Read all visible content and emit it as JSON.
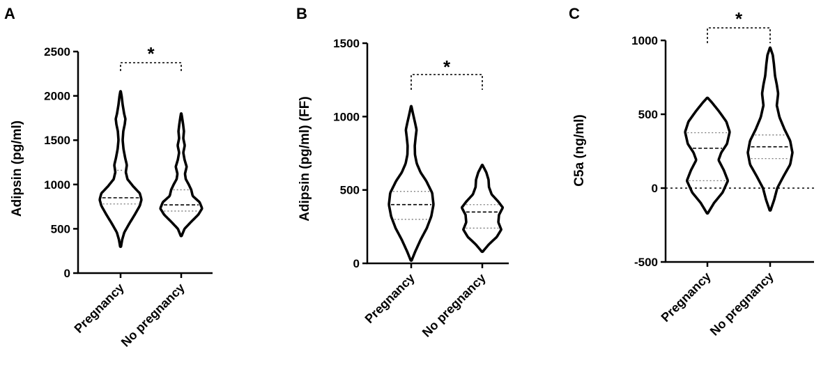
{
  "figure_name": "adipsin-c5a-violin-figure",
  "chart_data": [
    {
      "type": "violin",
      "panel": "A",
      "ylabel": "Adipsin (pg/ml)",
      "ylim": [
        0,
        2500
      ],
      "yticks": [
        0,
        500,
        1000,
        1500,
        2000,
        2500
      ],
      "categories": [
        "Pregnancy",
        "No pregnancy"
      ],
      "zero_line": false,
      "significance": "*",
      "violins": [
        {
          "category": "Pregnancy",
          "min": 300,
          "max": 2050,
          "median": 850,
          "q1": 780,
          "q3": 1160,
          "profile": [
            [
              300,
              0.02
            ],
            [
              380,
              0.08
            ],
            [
              460,
              0.18
            ],
            [
              560,
              0.42
            ],
            [
              660,
              0.68
            ],
            [
              760,
              0.92
            ],
            [
              830,
              1.0
            ],
            [
              900,
              0.92
            ],
            [
              980,
              0.6
            ],
            [
              1060,
              0.33
            ],
            [
              1140,
              0.25
            ],
            [
              1220,
              0.3
            ],
            [
              1300,
              0.22
            ],
            [
              1400,
              0.14
            ],
            [
              1500,
              0.1
            ],
            [
              1600,
              0.13
            ],
            [
              1680,
              0.2
            ],
            [
              1740,
              0.23
            ],
            [
              1800,
              0.17
            ],
            [
              1900,
              0.1
            ],
            [
              2000,
              0.05
            ],
            [
              2050,
              0.01
            ]
          ]
        },
        {
          "category": "No pregnancy",
          "min": 420,
          "max": 1800,
          "median": 770,
          "q1": 700,
          "q3": 940,
          "profile": [
            [
              420,
              0.02
            ],
            [
              500,
              0.16
            ],
            [
              580,
              0.48
            ],
            [
              660,
              0.82
            ],
            [
              730,
              1.0
            ],
            [
              800,
              0.88
            ],
            [
              870,
              0.55
            ],
            [
              940,
              0.48
            ],
            [
              1000,
              0.36
            ],
            [
              1060,
              0.22
            ],
            [
              1120,
              0.18
            ],
            [
              1200,
              0.26
            ],
            [
              1280,
              0.16
            ],
            [
              1360,
              0.1
            ],
            [
              1440,
              0.17
            ],
            [
              1520,
              0.1
            ],
            [
              1600,
              0.13
            ],
            [
              1680,
              0.09
            ],
            [
              1760,
              0.04
            ],
            [
              1800,
              0.01
            ]
          ]
        }
      ]
    },
    {
      "type": "violin",
      "panel": "B",
      "ylabel": "Adipsin (pg/ml) (FF)",
      "ylim": [
        0,
        1500
      ],
      "yticks": [
        0,
        500,
        1000,
        1500
      ],
      "categories": [
        "Pregnancy",
        "No pregnancy"
      ],
      "zero_line": false,
      "significance": "*",
      "violins": [
        {
          "category": "Pregnancy",
          "min": 20,
          "max": 1070,
          "median": 400,
          "q1": 300,
          "q3": 490,
          "profile": [
            [
              20,
              0.02
            ],
            [
              80,
              0.18
            ],
            [
              160,
              0.42
            ],
            [
              240,
              0.7
            ],
            [
              320,
              0.9
            ],
            [
              400,
              1.0
            ],
            [
              480,
              0.94
            ],
            [
              560,
              0.68
            ],
            [
              620,
              0.42
            ],
            [
              680,
              0.25
            ],
            [
              740,
              0.17
            ],
            [
              800,
              0.16
            ],
            [
              860,
              0.2
            ],
            [
              910,
              0.24
            ],
            [
              960,
              0.17
            ],
            [
              1020,
              0.08
            ],
            [
              1070,
              0.01
            ]
          ]
        },
        {
          "category": "No pregnancy",
          "min": 80,
          "max": 670,
          "median": 350,
          "q1": 240,
          "q3": 400,
          "profile": [
            [
              80,
              0.02
            ],
            [
              130,
              0.3
            ],
            [
              180,
              0.65
            ],
            [
              230,
              0.85
            ],
            [
              280,
              0.72
            ],
            [
              330,
              0.75
            ],
            [
              380,
              0.92
            ],
            [
              420,
              0.72
            ],
            [
              470,
              0.42
            ],
            [
              520,
              0.3
            ],
            [
              570,
              0.28
            ],
            [
              620,
              0.18
            ],
            [
              670,
              0.01
            ]
          ]
        }
      ]
    },
    {
      "type": "violin",
      "panel": "C",
      "ylabel": "C5a (ng/ml)",
      "ylim": [
        -500,
        1000
      ],
      "yticks": [
        -500,
        0,
        500,
        1000
      ],
      "categories": [
        "Pregnancy",
        "No pregnancy"
      ],
      "zero_line": true,
      "significance": "*",
      "violins": [
        {
          "category": "Pregnancy",
          "min": -170,
          "max": 610,
          "median": 270,
          "q1": 50,
          "q3": 375,
          "profile": [
            [
              -170,
              0.02
            ],
            [
              -100,
              0.3
            ],
            [
              -30,
              0.68
            ],
            [
              50,
              0.92
            ],
            [
              120,
              0.74
            ],
            [
              190,
              0.5
            ],
            [
              240,
              0.62
            ],
            [
              300,
              0.88
            ],
            [
              380,
              1.0
            ],
            [
              450,
              0.85
            ],
            [
              520,
              0.52
            ],
            [
              580,
              0.2
            ],
            [
              610,
              0.02
            ]
          ]
        },
        {
          "category": "No pregnancy",
          "min": -150,
          "max": 950,
          "median": 280,
          "q1": 200,
          "q3": 360,
          "profile": [
            [
              -150,
              0.02
            ],
            [
              -80,
              0.18
            ],
            [
              0,
              0.32
            ],
            [
              80,
              0.6
            ],
            [
              160,
              0.9
            ],
            [
              240,
              1.0
            ],
            [
              320,
              0.9
            ],
            [
              400,
              0.64
            ],
            [
              480,
              0.42
            ],
            [
              560,
              0.3
            ],
            [
              640,
              0.36
            ],
            [
              700,
              0.3
            ],
            [
              760,
              0.22
            ],
            [
              840,
              0.17
            ],
            [
              900,
              0.12
            ],
            [
              950,
              0.01
            ]
          ]
        }
      ]
    }
  ]
}
